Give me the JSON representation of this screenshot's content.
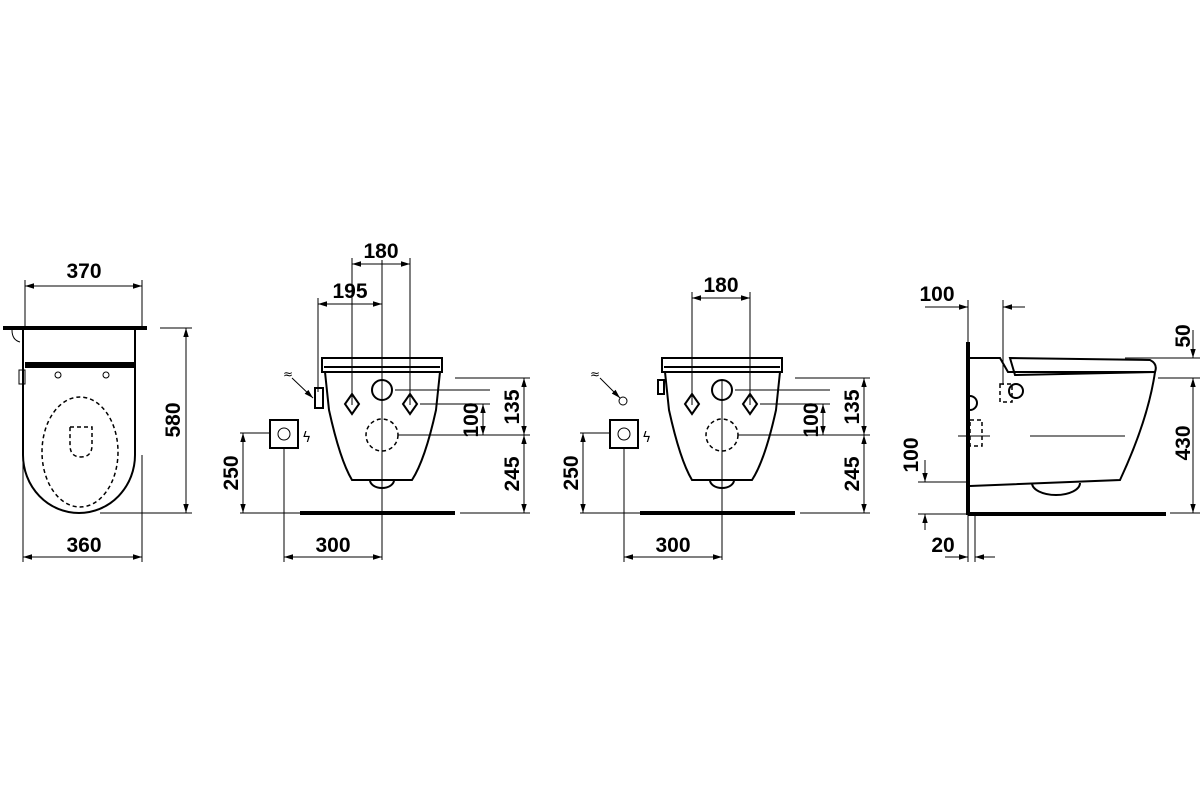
{
  "views": {
    "top": {
      "width_top": "370",
      "depth": "580",
      "width_bottom": "360"
    },
    "front_bidet": {
      "hole_spacing": "180",
      "nozzle_offset": "195",
      "hole_vertical": "100",
      "top_to_outlet": "135",
      "outlet_height": "245",
      "socket_height": "250",
      "socket_offset": "300"
    },
    "front": {
      "hole_spacing": "180",
      "hole_vertical": "100",
      "top_to_outlet": "135",
      "outlet_height": "245",
      "socket_height": "250",
      "socket_offset": "300"
    },
    "side": {
      "hinge_offset": "100",
      "seat_thickness": "50",
      "rim_height": "430",
      "bottom_height": "100",
      "wall_gap": "20"
    }
  }
}
